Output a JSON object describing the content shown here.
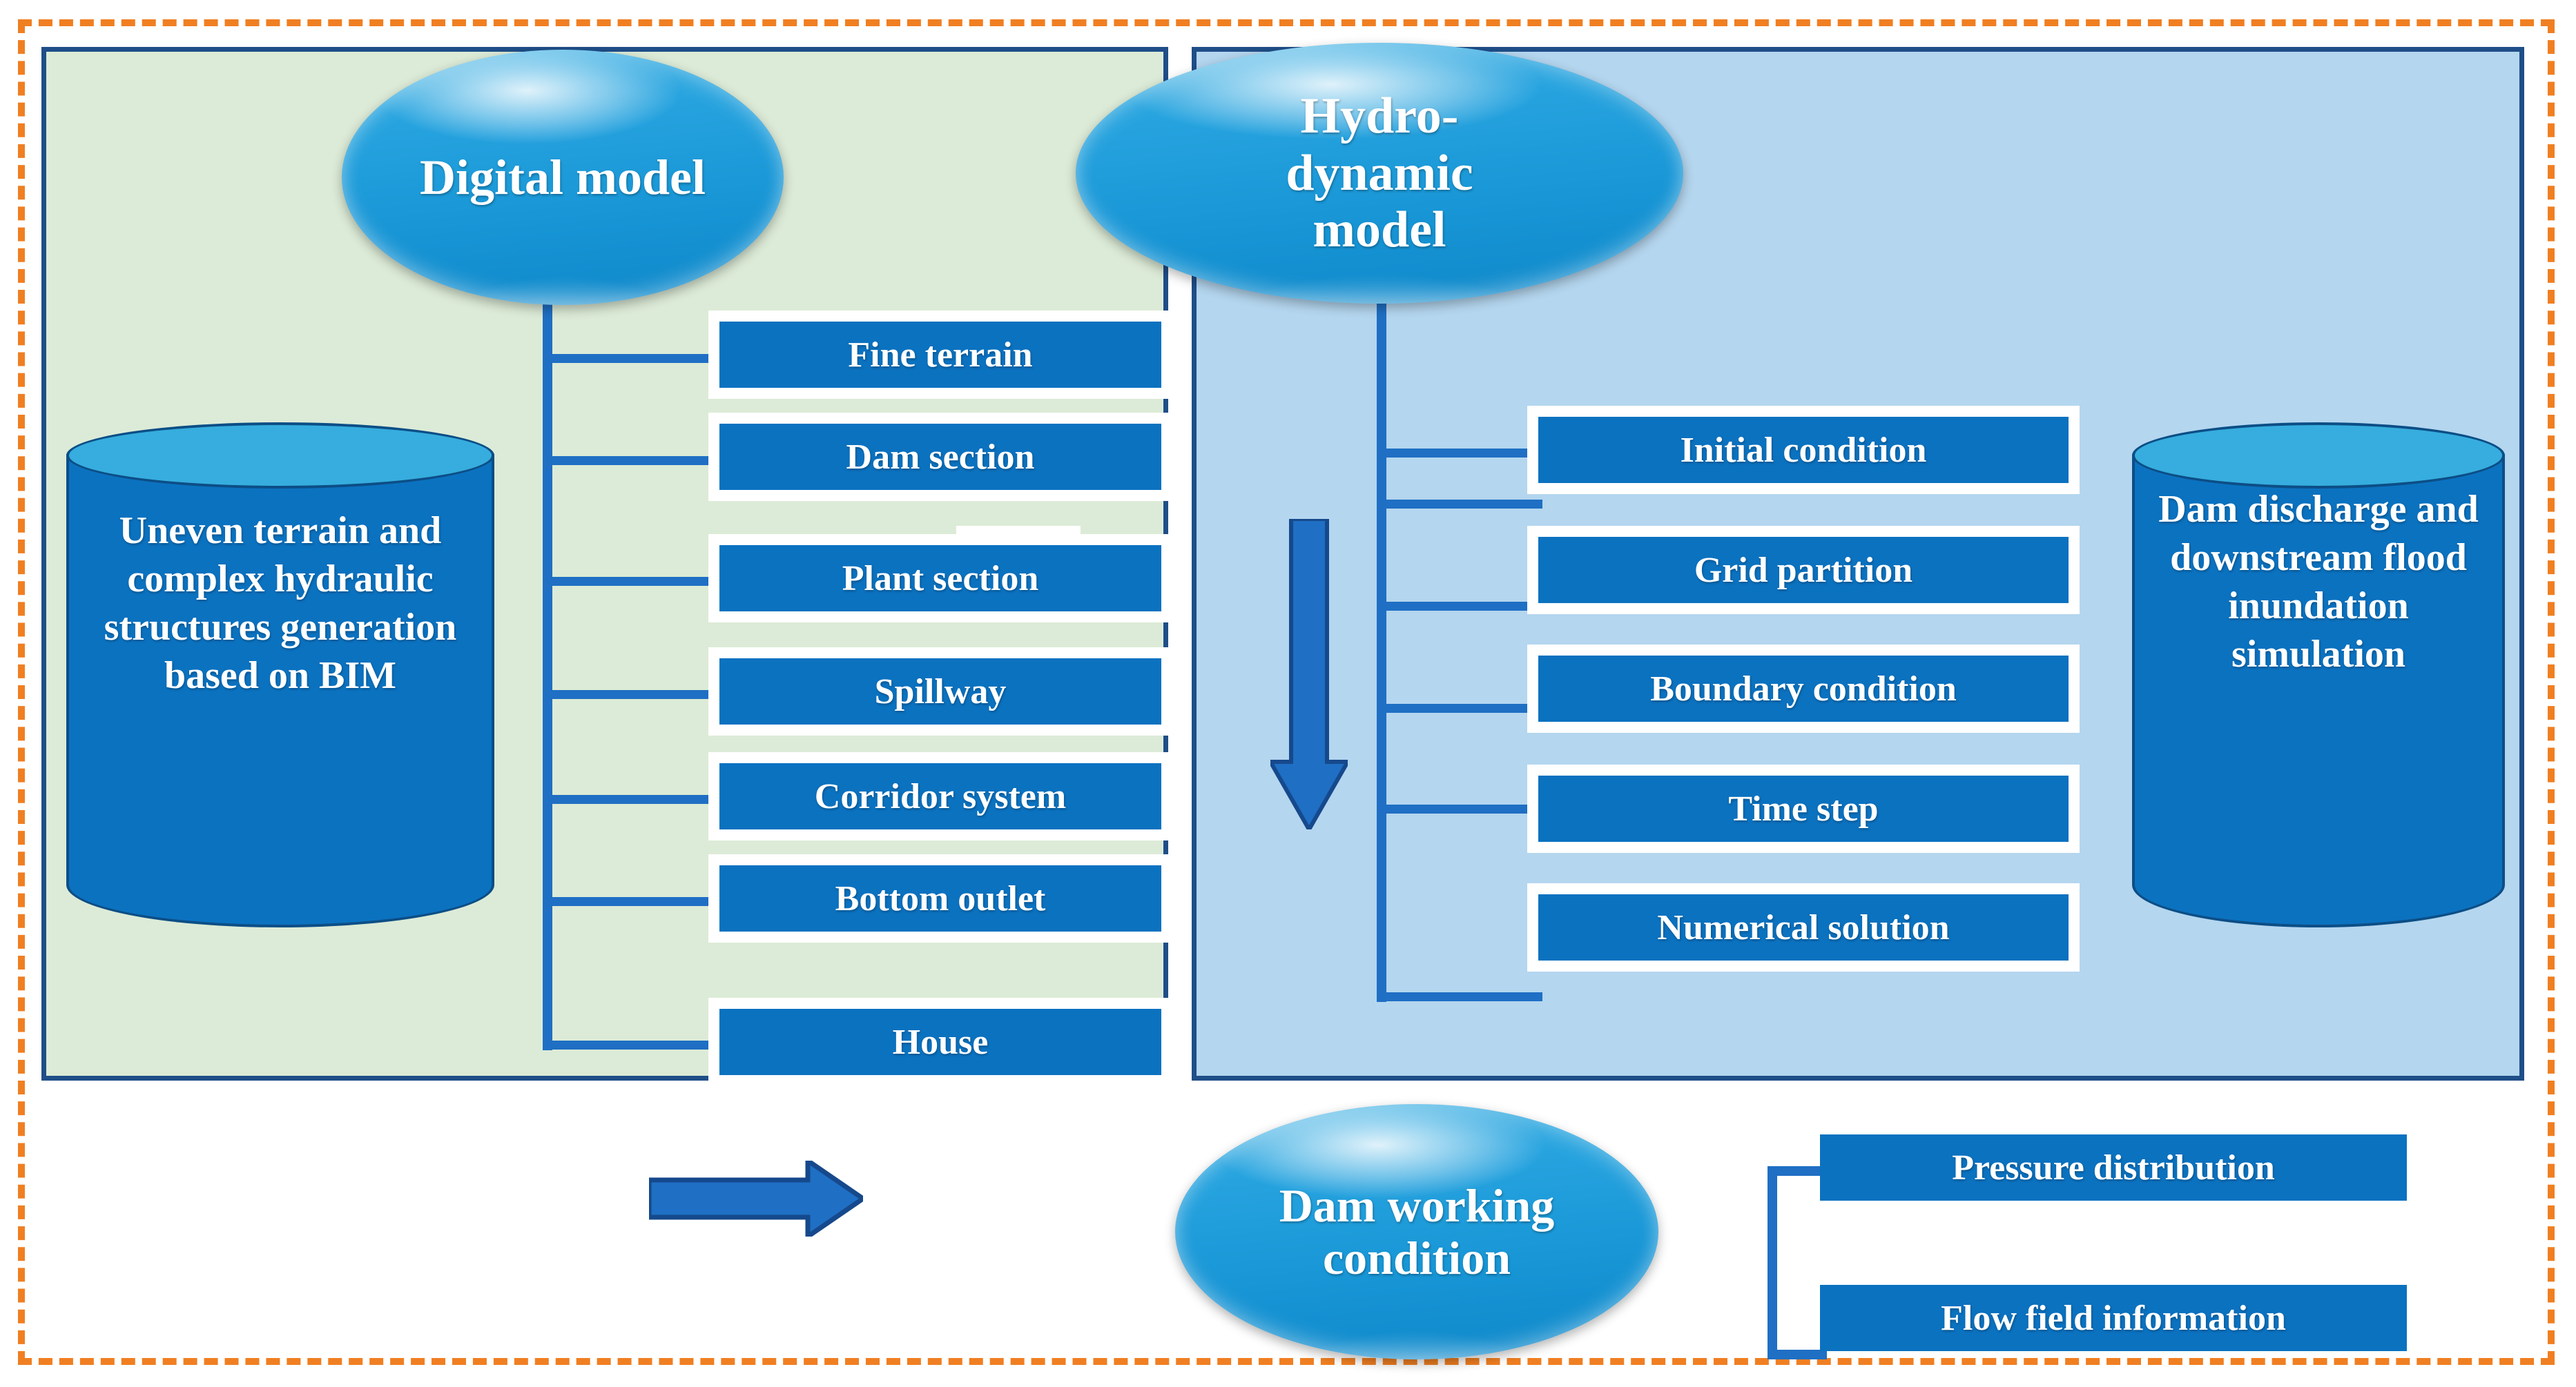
{
  "frame": {
    "border_color": "#F07F22",
    "style": "dashed"
  },
  "panels": {
    "left": {
      "name": "Digital model panel",
      "background": "#DCEBD7",
      "border_color": "#1F4E88"
    },
    "right": {
      "name": "Hydro-dynamic model panel",
      "background": "#B4D6EF",
      "border_color": "#1F4E88"
    }
  },
  "nodes": {
    "digital_model": "Digital model",
    "hydro_dynamic_model": "Hydro-\ndynamic\nmodel",
    "dam_working_condition": "Dam working condition"
  },
  "cylinders": {
    "input": "Uneven terrain and complex hydraulic structures generation based on BIM",
    "output": "Dam discharge and downstream flood inundation simulation"
  },
  "digital_model_items": [
    "Fine  terrain",
    "Dam section",
    "Plant section",
    "Spillway",
    "Corridor system",
    "Bottom outlet",
    "House"
  ],
  "hydro_model_items": [
    "Initial condition",
    "Grid partition",
    "Boundary condition",
    "Time step",
    "Numerical solution"
  ],
  "working_condition_items": [
    "Pressure distribution",
    "Flow field information"
  ],
  "arrows": {
    "down": "down-arrow",
    "right": "right-arrow"
  },
  "colors": {
    "box_fill": "#0B72C0",
    "ellipse_fill": "#1896D6",
    "cylinder_fill": "#0B72C0",
    "cylinder_top": "#36ADDE",
    "connector": "#1F6FC4",
    "panel_border": "#1F4E88",
    "dashed_frame": "#F07F22"
  }
}
